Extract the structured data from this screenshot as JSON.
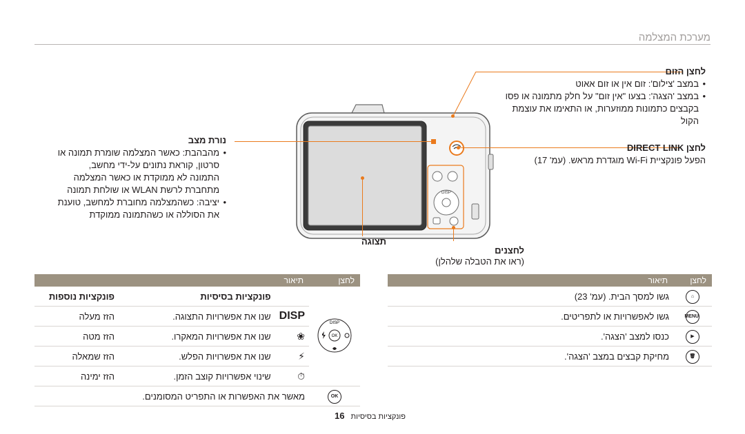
{
  "header": {
    "title": "מערכת המצלמה"
  },
  "callouts": {
    "zoom": {
      "title": "לחצן הזום",
      "lines": [
        "במצב 'צילום': זום אין או זום אאוט",
        "במצב 'הצגה': בצעו \"אין זום\" על חלק מתמונה או פסו",
        "בקבצים כתמונות ממוזערות, או התאימו את עוצמת",
        "הקול"
      ]
    },
    "direct_link": {
      "title": "לחצן DIRECT LINK",
      "lines": [
        "הפעל פונקציית Wi-Fi מוגדרת מראש. (עמ' 17)"
      ]
    },
    "status": {
      "title": "נורת מצב",
      "lines": [
        "מהבהבת: כאשר המצלמה שומרת תמונה או",
        "סרטון, קוראת נתונים על-ידי מחשב,",
        "התמונה לא ממוקדת או כאשר המצלמה",
        "מתחברת לרשת WLAN או שולחת תמונה",
        "יציבה: כשהמצלמה מחוברת למחשב, טוענת",
        "את הסוללה או כשהתמונה ממוקדת"
      ]
    },
    "display": {
      "title": "תצוגה"
    },
    "buttons": {
      "title": "לחצנים",
      "subtitle": "(ראו את הטבלה שלהלן)"
    }
  },
  "table_right": {
    "headers": [
      "לחצן",
      "תיאור"
    ],
    "rows": [
      {
        "icon": "home-icon",
        "desc": "גשו למסך הבית. (עמ' 23)"
      },
      {
        "icon": "menu-icon",
        "label": "MENU",
        "desc": "גשו לאפשרויות או לתפריטים."
      },
      {
        "icon": "play-icon",
        "desc": "כנסו למצב 'הצגה'."
      },
      {
        "icon": "trash-icon",
        "desc": "מחיקת קבצים במצב 'הצגה'."
      }
    ]
  },
  "table_left": {
    "headers": [
      "לחצן",
      "תיאור"
    ],
    "subheaders": [
      "פונקציות בסיסיות",
      "פונקציות נוספות"
    ],
    "rows": [
      {
        "icon": "disp-icon",
        "label": "DISP",
        "basic": "שנו את אפשרויות התצוגה.",
        "extra": "הזז מעלה"
      },
      {
        "icon": "macro-icon",
        "basic": "שנו את אפשרויות המאקרו.",
        "extra": "הזז מטה"
      },
      {
        "icon": "flash-icon",
        "basic": "שנו את אפשרויות הפלש.",
        "extra": "הזז שמאלה"
      },
      {
        "icon": "timer-icon",
        "basic": "שינוי אפשרויות קוצב הזמן.",
        "extra": "הזז ימינה"
      }
    ],
    "ok_row": {
      "label": "OK",
      "desc": "מאשר את האפשרות או התפריט המסומנים."
    },
    "dial_labels": {
      "disp": "DISP",
      "ok": "OK"
    }
  },
  "footer": {
    "label": "פונקציות בסיסיות",
    "page": "16"
  },
  "colors": {
    "accent": "#ea7a1c",
    "table_header": "#9c9281"
  }
}
